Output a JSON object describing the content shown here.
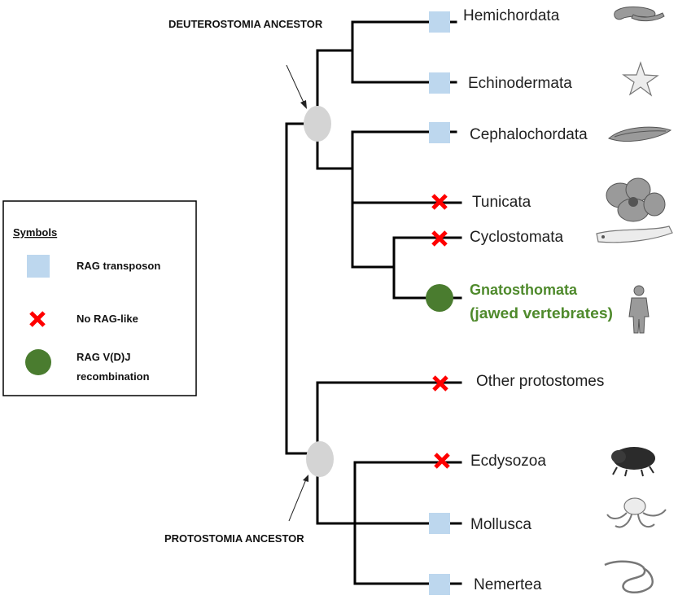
{
  "labels": {
    "deuterostomia_ancestor": "DEUTEROSTOMIA ANCESTOR",
    "protostomia_ancestor": "PROTOSTOMIA ANCESTOR"
  },
  "taxa": {
    "hemichordata": "Hemichordata",
    "echinodermata": "Echinodermata",
    "cephalochordata": "Cephalochordata",
    "tunicata": "Tunicata",
    "cyclostomata": "Cyclostomata",
    "gnathostomata_line1": "Gnatosthomata",
    "gnathostomata_line2": "(jawed vertebrates)",
    "other_protostomes": "Other protostomes",
    "ecdysozoa": "Ecdysozoa",
    "mollusca": "Mollusca",
    "nemertea": "Nemertea"
  },
  "legend": {
    "title": "Symbols",
    "rag_transposon": "RAG transposon",
    "no_rag_like": "No RAG-like",
    "rag_vdj_line1": "RAG V(D)J",
    "rag_vdj_line2": "recombination"
  },
  "colors": {
    "rag_transposon": "#bdd7ee",
    "no_rag_like": "#ff0000",
    "rag_vdj": "#4a7c2f",
    "gnathostomata_text": "#4f8a2c",
    "ancestor_node": "#d4d4d4"
  }
}
